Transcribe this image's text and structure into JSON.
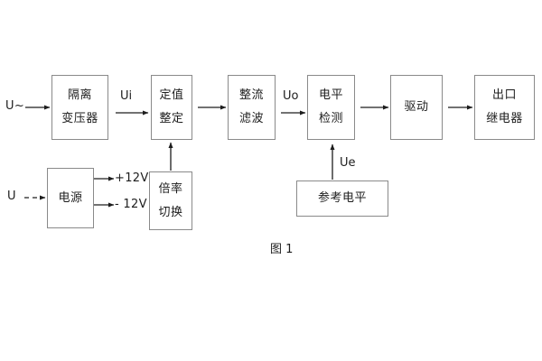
{
  "figure": {
    "caption": "图 1",
    "background_color": "#ffffff",
    "border_color": "#8a8a8a",
    "text_color": "#1d1d1d"
  },
  "blocks": [
    {
      "id": "isolation-transformer",
      "lines": [
        "隔离",
        "变压器"
      ]
    },
    {
      "id": "setting-value",
      "lines": [
        "定值",
        "整定"
      ]
    },
    {
      "id": "rectify-filter",
      "lines": [
        "整流",
        "滤波"
      ]
    },
    {
      "id": "level-detection",
      "lines": [
        "电平",
        "检测"
      ]
    },
    {
      "id": "drive",
      "lines": [
        "驱动"
      ]
    },
    {
      "id": "output-relay",
      "lines": [
        "出口",
        "继电器"
      ]
    },
    {
      "id": "power-supply",
      "lines": [
        "电源"
      ]
    },
    {
      "id": "multiplier-switch",
      "lines": [
        "倍率",
        "切换"
      ]
    },
    {
      "id": "reference-level",
      "lines": [
        "参考电平"
      ]
    }
  ],
  "labels": {
    "input_ac": "U~",
    "input_dc": "U",
    "signal_ui": "Ui",
    "signal_uo": "Uo",
    "signal_ue": "Ue",
    "rail_positive": "+12V",
    "rail_negative": "- 12V"
  }
}
